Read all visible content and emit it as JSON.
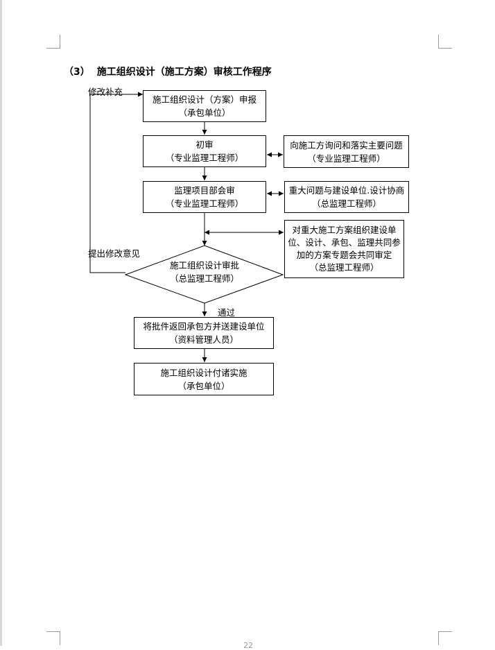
{
  "section": {
    "number": "（3）",
    "title": "施工组织设计（施工方案）审核工作程序"
  },
  "flowchart": {
    "submit": {
      "line1": "施工组织设计（方案）申报",
      "line2": "（承包单位）"
    },
    "preliminary": {
      "line1": "初审",
      "line2": "（专业监理工程师）"
    },
    "inquiry": {
      "line1": "向施工方询问和落实主要问题",
      "line2": "（专业监理工程师）"
    },
    "project_review": {
      "line1": "监理项目部会审",
      "line2": "（专业监理工程师）"
    },
    "major_issues": {
      "line1": "重大问题与建设单位.设计协商",
      "line2": "（总监理工程师）"
    },
    "special_review": {
      "line1": "对重大施工方案组织建设单",
      "line2": "位、设计、承包、监理共同参",
      "line3": "加的方案专题会共同审定",
      "line4": "（总监理工程师）"
    },
    "approval": {
      "line1": "施工组织设计审批",
      "line2": "（总监理工程师）"
    },
    "return_docs": {
      "line1": "将批件返回承包方并送建设单位",
      "line2": "（资料管理人员）"
    },
    "implement": {
      "line1": "施工组织设计付诸实施",
      "line2": "（承包单位）"
    },
    "labels": {
      "revise_supplement": "修改补充",
      "propose_revisions": "提出修改意见",
      "passed": "通过"
    }
  },
  "page_number": "22"
}
